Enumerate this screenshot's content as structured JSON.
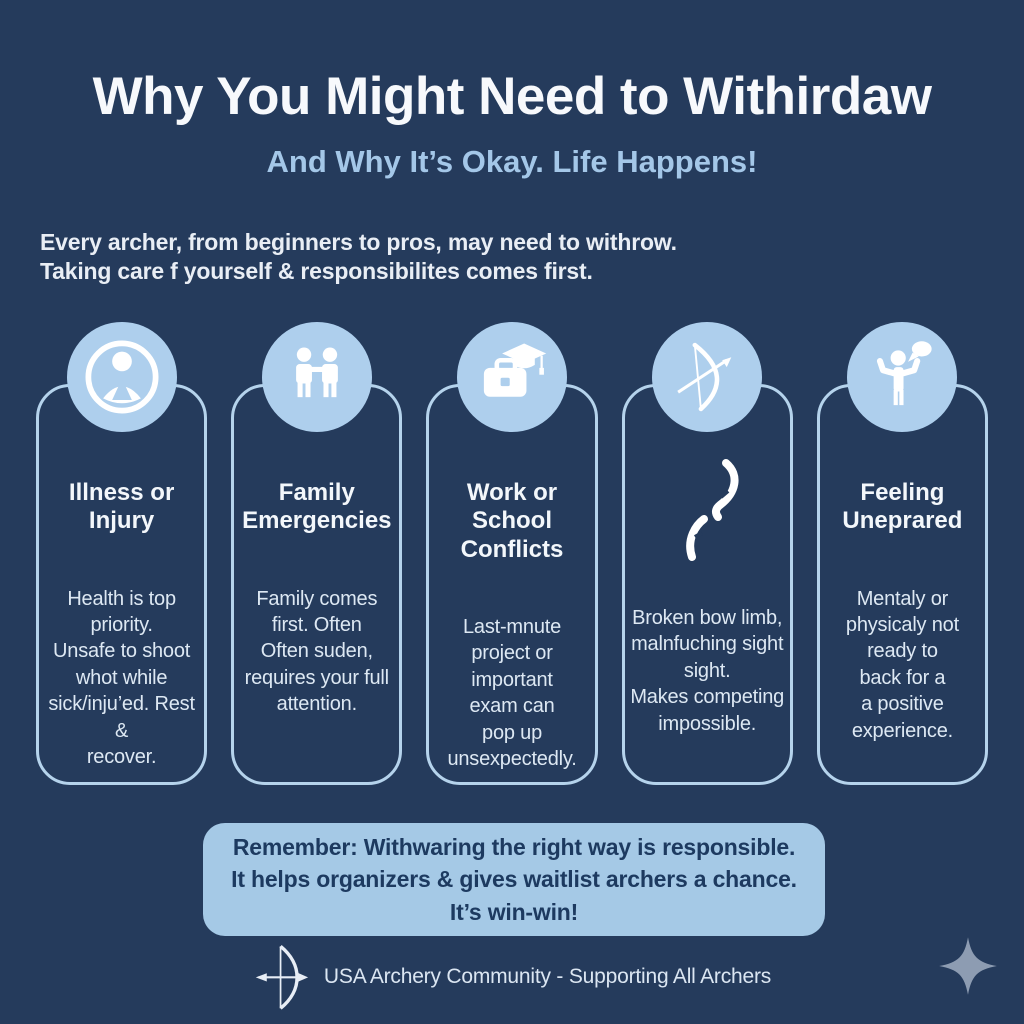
{
  "colors": {
    "background": "#253b5c",
    "accent_light_blue": "#aecfed",
    "card_border": "#b5d3ec",
    "reminder_bg": "#a5c9e6",
    "reminder_text": "#1d3a60",
    "subtitle_blue": "#a4c7e8",
    "sparkle_gray_blue": "#8d9cb2"
  },
  "header": {
    "title": "Why You Might Need to Withirdaw",
    "subtitle": "And Why It’s Okay. Life Happens!"
  },
  "intro": {
    "text": "Every archer, from beginners to pros, may need to withrow.\nTaking care f yourself & responsibilites comes first."
  },
  "cards": [
    {
      "icon": "illness-person-ring-icon",
      "title": "Illness or\nInjury",
      "body": "Health is top\npriority.\nUnsafe to shoot\nwhot while\nsick/inju’ed. Rest &\nrecover."
    },
    {
      "icon": "family-people-icon",
      "title": "Family\nEmergencies",
      "body": "Family comes\nfirst. Often\nOften suden,\nrequires your full\nattention."
    },
    {
      "icon": "briefcase-gradcap-icon",
      "title": "Work or\nSchool\nConflicts",
      "body": "Last-mnute\nproject or\nimportant\nexam can\npop up\nunsexpectedly."
    },
    {
      "icon": "drawn-bow-icon",
      "middle_icon": "broken-bow-icon",
      "title": "",
      "body": "Broken bow limb,\nmalnfuching sight\nsight.\nMakes competing\nimpossible."
    },
    {
      "icon": "shrug-person-bubble-icon",
      "title": "Feeling\nUneprared",
      "body": "Mentaly or\nphysicaly not\nready to\nback for a\na positive\nexperience."
    }
  ],
  "reminder": {
    "text": "Remember: Withwaring the right way is responsible.\nIt helps organizers & gives waitlist archers a chance.\nIt’s win-win!"
  },
  "footer": {
    "icon": "bow-and-arrow-icon",
    "text": "USA Archery Community - Supporting All Archers"
  },
  "decor": {
    "sparkle": "four-point-star-icon"
  }
}
